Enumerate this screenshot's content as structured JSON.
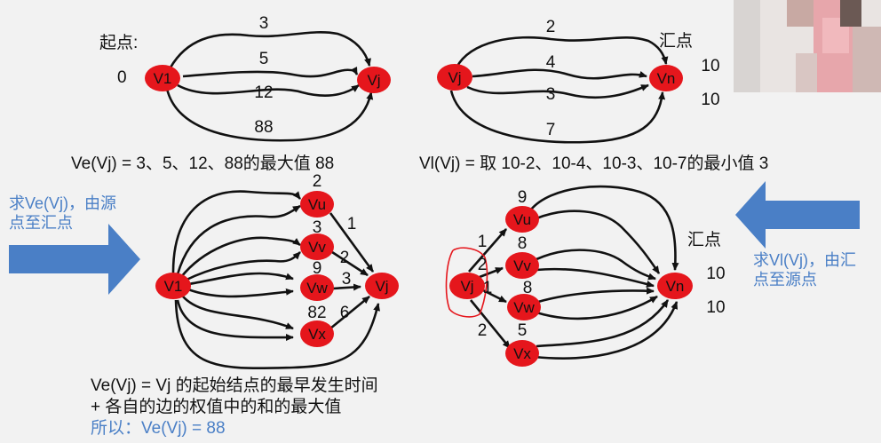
{
  "colors": {
    "node_fill": "#e5161c",
    "edge": "#111111",
    "arrow_blue": "#4a7fc6",
    "accent_text": "#4a7fc6",
    "background": "#f2f2f2"
  },
  "top_left": {
    "start_label": "起点:",
    "start_value": "0",
    "source": "V1",
    "target": "Vj",
    "edge_weights": [
      "3",
      "5",
      "12",
      "88"
    ],
    "formula": "Ve(Vj) = 3、5、12、88的最大值 88"
  },
  "top_right": {
    "sink_label": "汇点",
    "source": "Vj",
    "target": "Vn",
    "edge_weights": [
      "2",
      "4",
      "3",
      "7"
    ],
    "sink_values": [
      "10",
      "10"
    ],
    "formula": "Vl(Vj) = 取 10-2、10-4、10-3、10-7的最小值 3"
  },
  "bottom_left": {
    "nodes": [
      "V1",
      "Vu",
      "Vv",
      "Vw",
      "Vx",
      "Vj"
    ],
    "in_weights": [
      "2",
      "3",
      "9",
      "82"
    ],
    "out_weights": [
      "1",
      "2",
      "3",
      "6"
    ],
    "explanation_line1": "Ve(Vj) = Vj 的起始结点的最早发生时间",
    "explanation_line2": "+ 各自的边的权值中的和的最大值",
    "conclusion": "所以：Ve(Vj) = 88"
  },
  "bottom_right": {
    "sink_label": "汇点",
    "nodes": [
      "Vj",
      "Vu",
      "Vv",
      "Vw",
      "Vx",
      "Vn"
    ],
    "out_weights": [
      "1",
      "2",
      "1",
      "2"
    ],
    "path_weights": [
      "9",
      "8",
      "8",
      "5"
    ],
    "sink_values": [
      "10",
      "10"
    ]
  },
  "side_notes": {
    "left": "求Ve(Vj)，由源点至汇点",
    "left_line1": "求Ve(Vj)，由源",
    "left_line2": "点至汇点",
    "right_line1": "求Vl(Vj)，由汇",
    "right_line2": "点至源点"
  }
}
